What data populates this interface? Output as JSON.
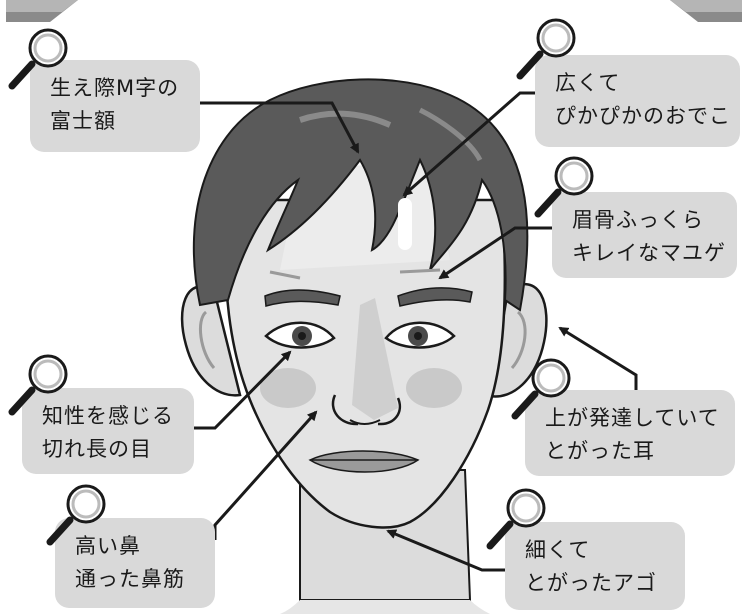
{
  "callouts": {
    "hairline": {
      "line1": "生え際M字の",
      "line2": "富士額"
    },
    "forehead": {
      "line1": "広くて",
      "line2": "ぴかぴかのおでこ"
    },
    "brow": {
      "line1": "眉骨ふっくら",
      "line2": "キレイなマユゲ"
    },
    "eyes": {
      "line1": "知性を感じる",
      "line2": "切れ長の目"
    },
    "ear": {
      "line1": "上が発達していて",
      "line2": "とがった耳"
    },
    "nose": {
      "line1": "高い鼻",
      "line2": "通った鼻筋"
    },
    "chin": {
      "line1": "細くて",
      "line2": "とがったアゴ"
    }
  },
  "icons": {
    "callout_icon": "magnifier-icon",
    "face": "face-illustration"
  },
  "colors": {
    "callout_bg": "#d9d9d9",
    "hair": "#5a5a5a",
    "skin": "#e4e4e4",
    "outline": "#1a1a1a"
  }
}
